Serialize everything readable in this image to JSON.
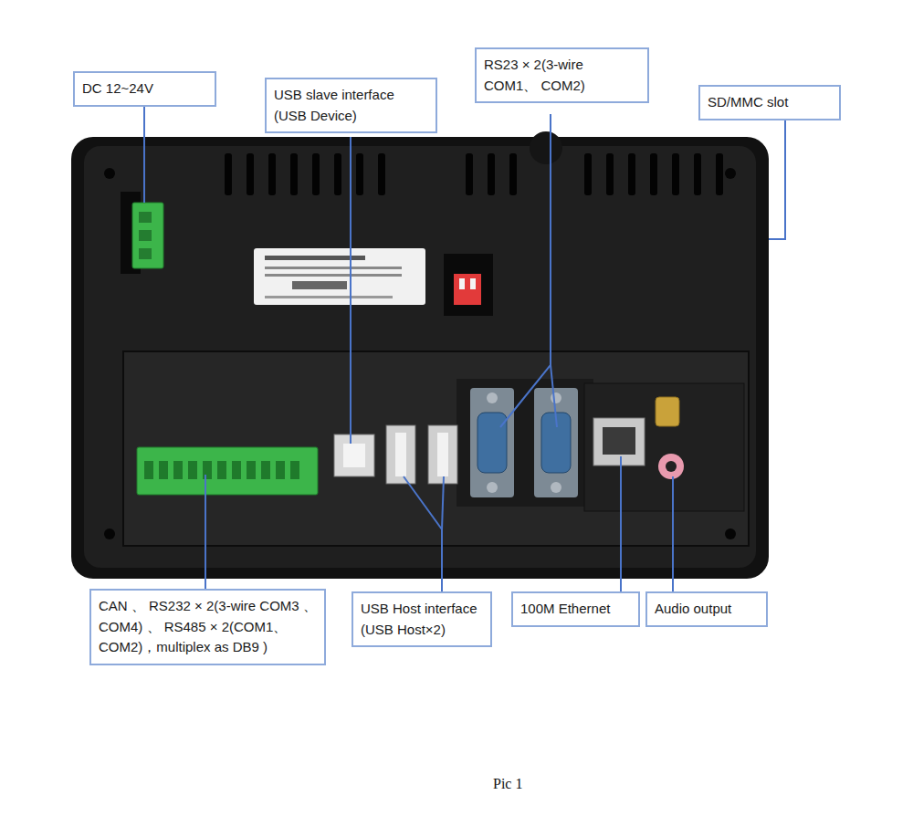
{
  "diagram": {
    "caption": "Pic 1",
    "nodes": [
      {
        "text": [
          "DC 12~24V"
        ]
      },
      {
        "text": [
          "USB slave interface (USB Device)"
        ]
      },
      {
        "text": [
          "RS23 × 2(3-wire COM1、 COM2)"
        ]
      },
      {
        "text": [
          "SD/MMC slot"
        ]
      },
      {
        "text": [
          "CAN 、 RS232 × 2(3-wire COM3 、 COM4) 、 RS485 × 2(COM1、COM2)，multiplex as DB9 )"
        ]
      },
      {
        "text": [
          "USB Host interface (USB Host×2)"
        ]
      },
      {
        "text": [
          "100M Ethernet"
        ]
      },
      {
        "text": [
          "Audio output"
        ]
      }
    ]
  }
}
